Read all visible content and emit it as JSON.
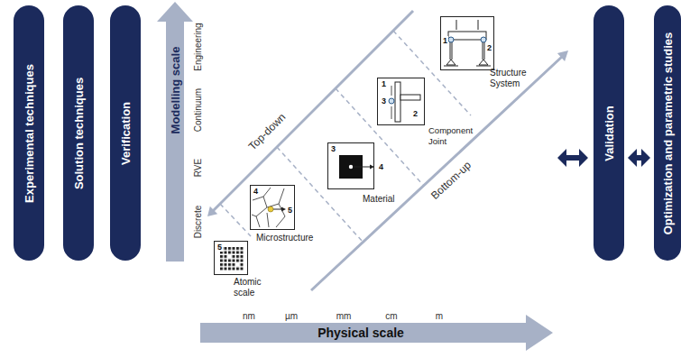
{
  "diagram": {
    "nodes": [
      {
        "text": [
          "Experimental techniques"
        ]
      },
      {
        "text": [
          "Solution techniques"
        ]
      },
      {
        "text": [
          "Verification"
        ]
      },
      {
        "text": [
          "5",
          "Atomic scale"
        ]
      },
      {
        "text": [
          "4",
          "5",
          "Microstructure"
        ]
      },
      {
        "text": [
          "3",
          "4",
          "Material"
        ]
      },
      {
        "text": [
          "1",
          "3",
          "2",
          "Component Joint"
        ]
      },
      {
        "text": [
          "1",
          "2",
          "Structure System"
        ]
      },
      {
        "text": [
          "Validation"
        ]
      },
      {
        "text": [
          "Optimization and parametric studies"
        ]
      }
    ],
    "edges": [
      {
        "from": 8,
        "to": 9,
        "arrow": "both"
      }
    ],
    "labels": [
      "Modelling scale",
      "Engineering",
      "Continuum",
      "RVE",
      "Discrete",
      "Top-down",
      "Bottom-up",
      "nm",
      "µm",
      "mm",
      "cm",
      "m",
      "Physical scale"
    ]
  }
}
